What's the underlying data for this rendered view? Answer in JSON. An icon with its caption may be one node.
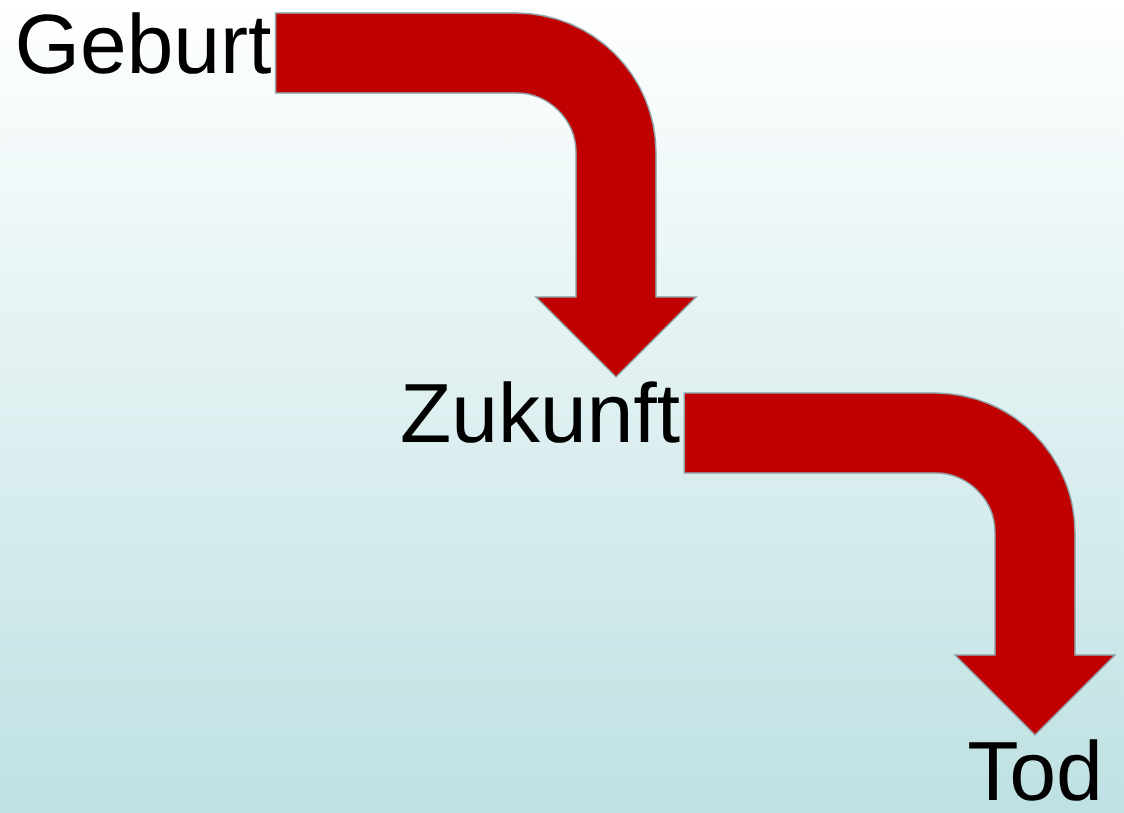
{
  "diagram": {
    "nodes": [
      {
        "text": [
          "Geburt"
        ]
      },
      {
        "text": [
          "Zukunft"
        ]
      },
      {
        "text": [
          "Tod"
        ]
      }
    ],
    "edges": [
      {
        "from": 0,
        "to": 1,
        "arrow": "to"
      },
      {
        "from": 1,
        "to": 2,
        "arrow": "to"
      }
    ]
  }
}
